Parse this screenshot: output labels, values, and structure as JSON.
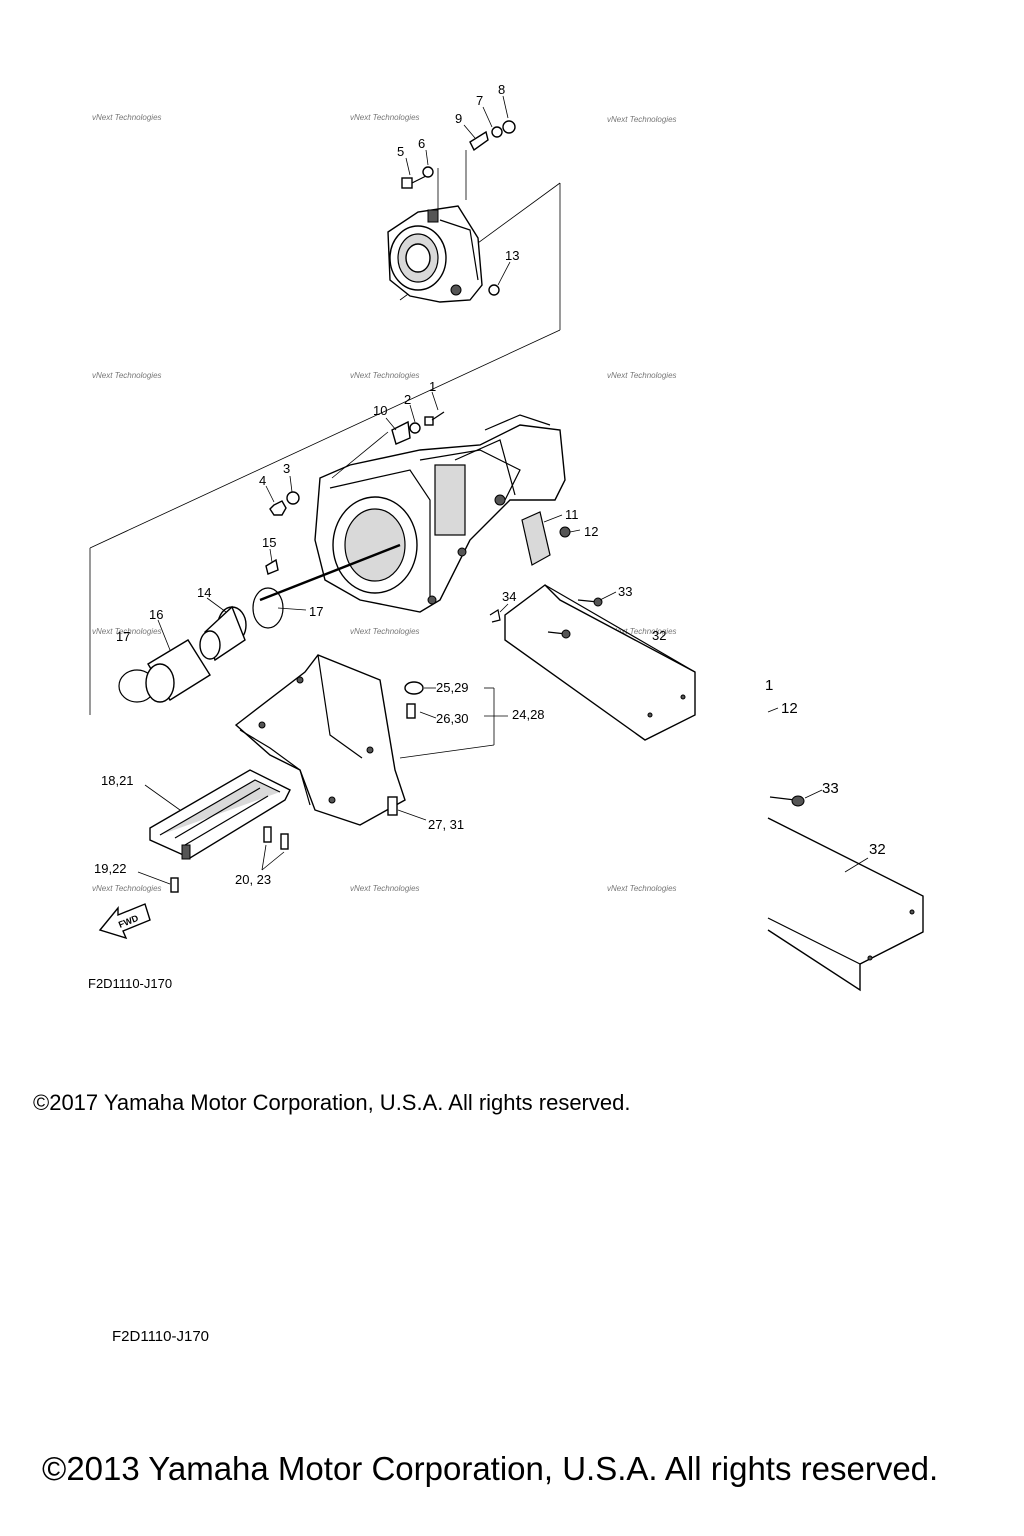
{
  "diagram": {
    "part_code_top": "F2D1110-J170",
    "part_code_bottom": "F2D1110-J170",
    "watermark": "vNext Technologies",
    "fwd_label": "FWD",
    "callouts": [
      "1",
      "2",
      "3",
      "4",
      "5",
      "6",
      "7",
      "8",
      "9",
      "10",
      "11",
      "12",
      "13",
      "14",
      "15",
      "16",
      "17",
      "17",
      "18,21",
      "19,22",
      "20, 23",
      "24,28",
      "25,29",
      "26,30",
      "27, 31",
      "32",
      "33",
      "34"
    ],
    "inset_callouts": [
      "1",
      "12",
      "33",
      "32"
    ]
  },
  "copyright_2017": "©2017 Yamaha Motor Corporation, U.S.A. All rights reserved.",
  "copyright_2013": "©2013 Yamaha Motor Corporation, U.S.A. All rights reserved."
}
